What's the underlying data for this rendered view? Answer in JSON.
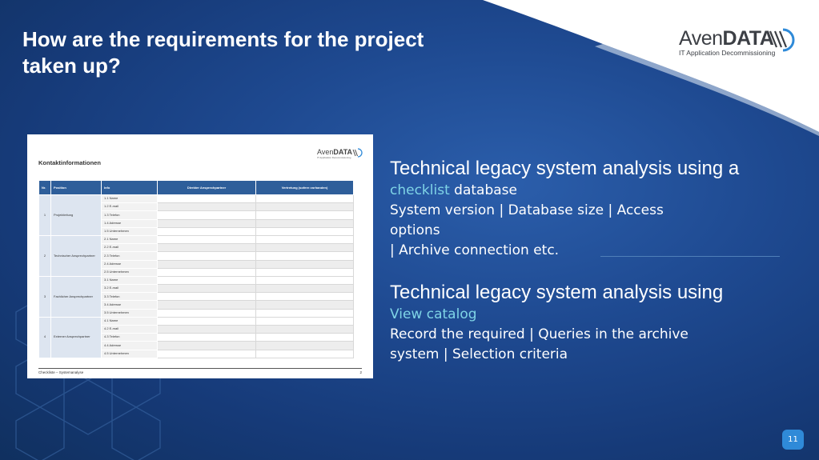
{
  "slide": {
    "title_line1": "How are the requirements for the project",
    "title_line2": "taken up?",
    "logo": {
      "brand_regular": "Aven",
      "brand_bold": "DATA",
      "tagline": "IT Application Decommissioning"
    },
    "page_number": "11",
    "colors": {
      "background": "#1e4990",
      "accent_text": "#7fd4e6",
      "badge": "#2f8ad8"
    }
  },
  "document": {
    "title": "Kontaktinformationen",
    "logo": {
      "brand_regular": "Aven",
      "brand_bold": "DATA",
      "tagline": "IT Application Decommissioning"
    },
    "columns": [
      "Nr.",
      "Position",
      "Info",
      "Direkter Ansprechpartner",
      "Vertretung (sofern vorhanden)"
    ],
    "groups": [
      {
        "nr": "1",
        "position": "Projektleitung",
        "items": [
          "1.1 Name",
          "1.2 E-mail",
          "1.3 Telefon",
          "1.4 Adresse",
          "1.5 Unternehmen"
        ]
      },
      {
        "nr": "2",
        "position": "Technischer Ansprechpartner",
        "items": [
          "2.1 Name",
          "2.2 E-mail",
          "2.3 Telefon",
          "2.4 Adresse",
          "2.5 Unternehmen"
        ]
      },
      {
        "nr": "3",
        "position": "Fachlicher Ansprechpartner",
        "items": [
          "3.1 Name",
          "3.2 E-mail",
          "3.3 Telefon",
          "3.4 Adresse",
          "3.5 Unternehmen"
        ]
      },
      {
        "nr": "4",
        "position": "Externer Ansprechpartner",
        "items": [
          "4.1 Name",
          "4.2 E-mail",
          "4.3 Telefon",
          "4.4 Adresse",
          "4.5 Unternehmen"
        ]
      }
    ],
    "footer_left": "Checkliste – Systemanalyse",
    "footer_right": "2"
  },
  "points": [
    {
      "heading": "Technical legacy system analysis using a",
      "accent": "checklist",
      "accent_suffix": " database",
      "lines": [
        "System version | Database size | Access",
        "options",
        "| Archive connection etc."
      ]
    },
    {
      "heading": "Technical legacy system analysis using",
      "accent": "View catalog",
      "accent_suffix": "",
      "lines": [
        "Record the required | Queries in the archive",
        "system | Selection criteria"
      ]
    }
  ]
}
